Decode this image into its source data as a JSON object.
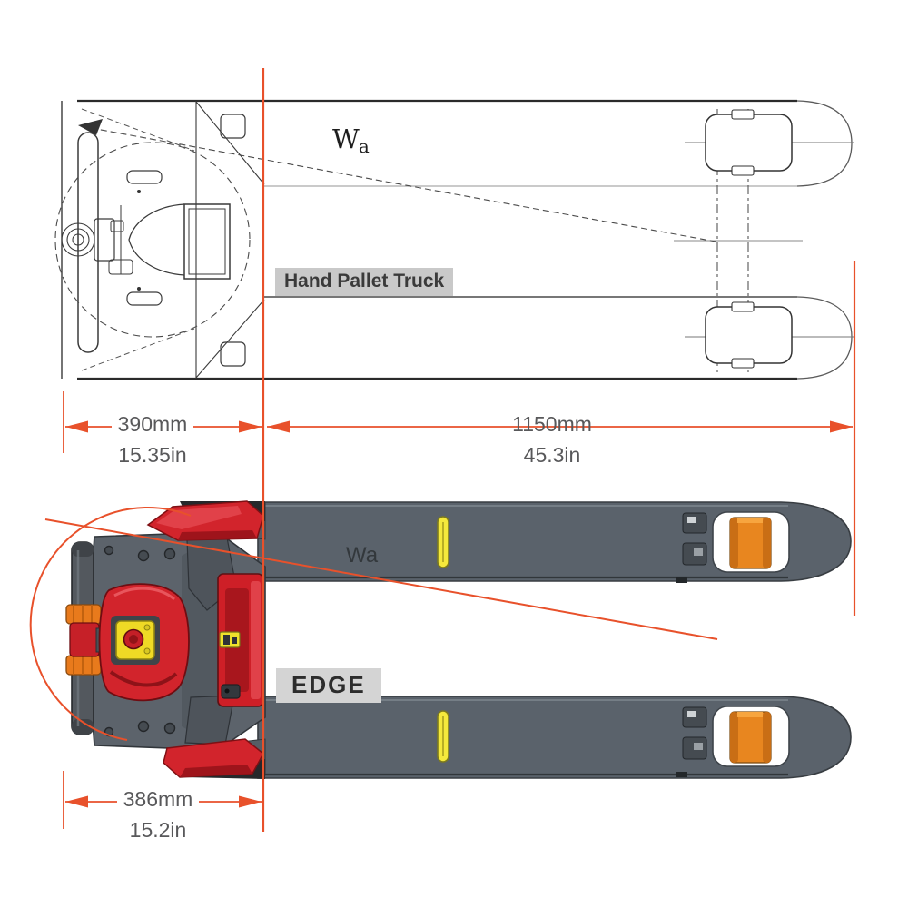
{
  "top_view": {
    "wa_label": {
      "main": "W",
      "sub": "a"
    },
    "name_label": "Hand Pallet Truck"
  },
  "bottom_view": {
    "wa_label": "Wa",
    "model_label": "EDGE"
  },
  "dimensions": {
    "head_width_line_drawing": {
      "metric": "390mm",
      "imperial": "15.35in"
    },
    "fork_length": {
      "metric": "1150mm",
      "imperial": "45.3in"
    },
    "head_width_render": {
      "metric": "386mm",
      "imperial": "15.2in"
    }
  },
  "colors": {
    "dimension_accent": "#E8512B",
    "drawing_line": "#3A3A3A",
    "label_background": "#C9C9C9",
    "edge_label_background": "#D4D4D4",
    "dimension_text": "#58585A",
    "fork_gray": "#5A626B",
    "truck_red": "#D2242C",
    "roller_orange": "#E8861F",
    "marker_yellow": "#F5E93C",
    "button_plate_yellow": "#EFDA25"
  }
}
